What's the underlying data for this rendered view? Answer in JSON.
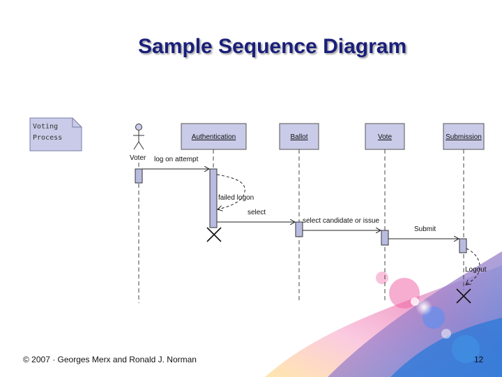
{
  "slide": {
    "title": "Sample Sequence Diagram",
    "footer": "© 2007 · Georges Merx and Ronald J. Norman",
    "page_number": "12"
  },
  "diagram": {
    "note_lines": [
      "Voting",
      "Process"
    ],
    "actor": "Voter",
    "lifelines": [
      "Authentication",
      "Ballot",
      "Vote",
      "Submission"
    ],
    "messages": {
      "logon_attempt": "log on attempt",
      "failed_logon": "failed logon",
      "select": "select",
      "select_candidate": "select candidate or issue",
      "submit": "Submit",
      "logout": "Logout"
    }
  },
  "colors": {
    "title": "#1a1f7a",
    "lifeline_box": "#c9cbe8",
    "activation": "#b9bce0",
    "decor_pink": "#f04a8c",
    "decor_blue": "#3a8fe0"
  }
}
